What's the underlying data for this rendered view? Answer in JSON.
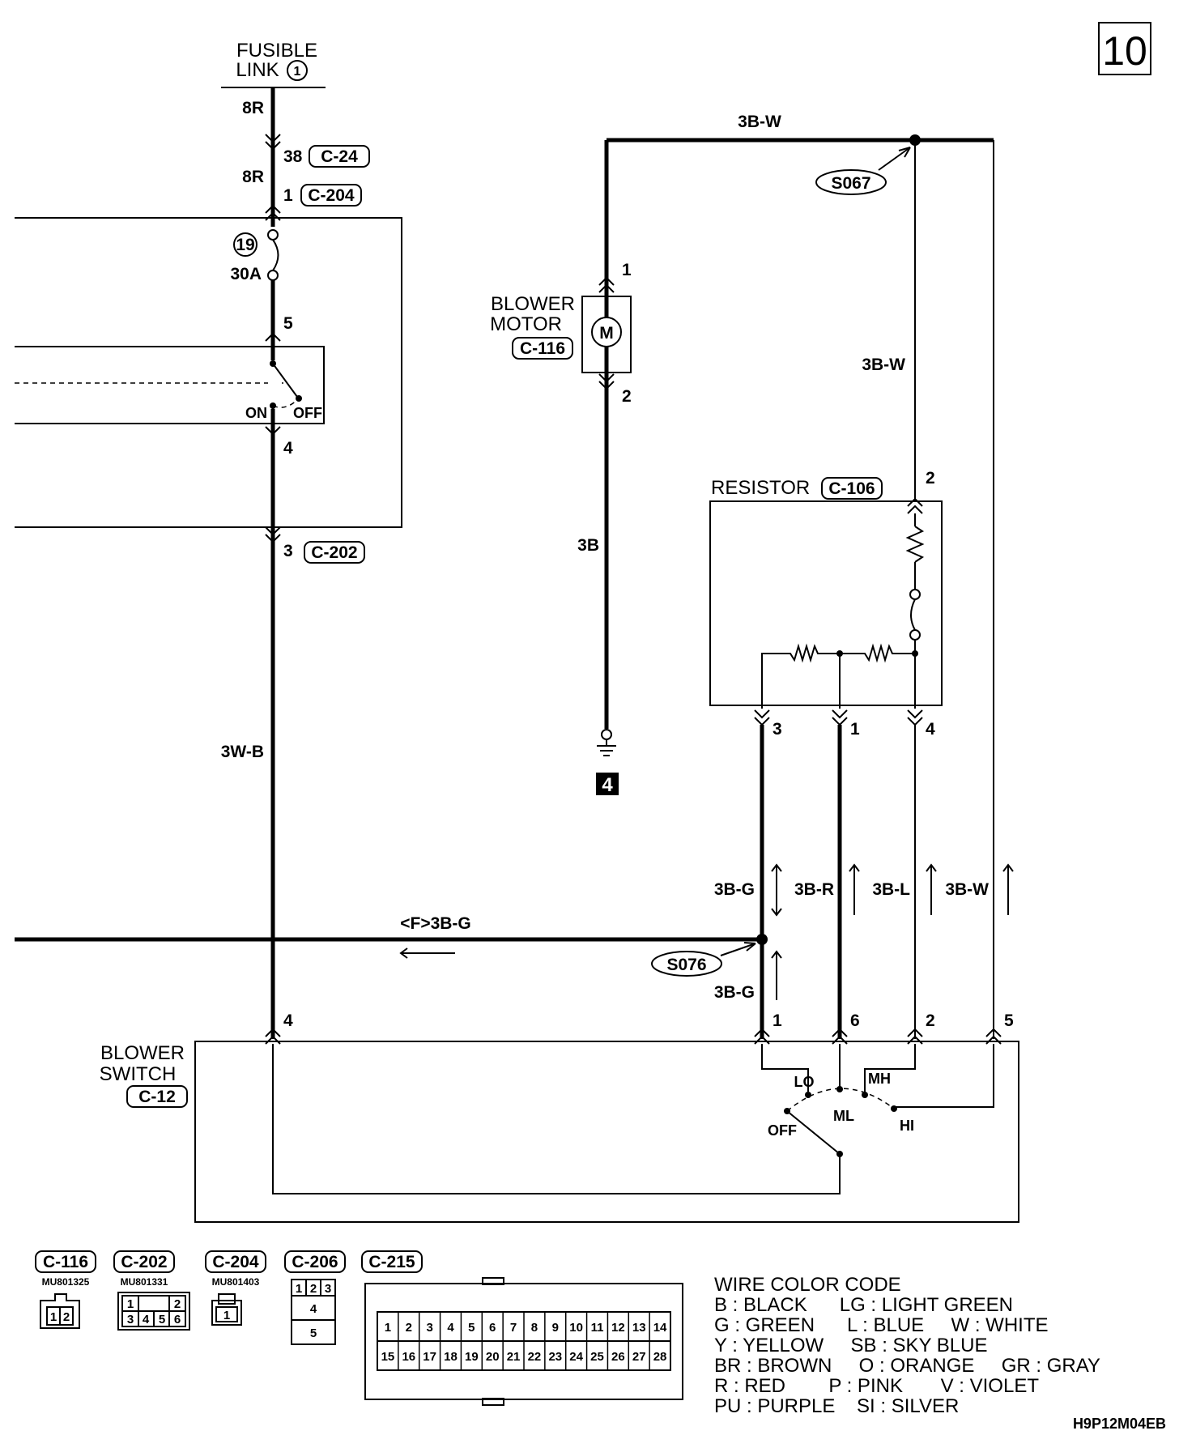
{
  "page_number": "10",
  "fusible_link": {
    "line1": "FUSIBLE",
    "line2": "LINK",
    "num": "1"
  },
  "wires": {
    "w_8r_a": "8R",
    "w_8r_b": "8R",
    "w_3w_b": "3W-B",
    "w_3b_w_top": "3B-W",
    "w_3b_w_mid": "3B-W",
    "w_3b": "3B",
    "w_3b_g_1": "3B-G",
    "w_3b_r": "3B-R",
    "w_3b_l": "3B-L",
    "w_3b_w_low": "3B-W",
    "w_3b_g_2": "3B-G",
    "w_f_3b_g": "<F>3B-G"
  },
  "connectors": {
    "c24": {
      "pin": "38",
      "id": "C-24"
    },
    "c204": {
      "pin": "1",
      "id": "C-204"
    },
    "c202": {
      "pin": "3",
      "id": "C-202"
    }
  },
  "fuse": {
    "num": "19",
    "rating": "30A"
  },
  "relay": {
    "pin_top": "5",
    "pin_bottom": "4",
    "on": "ON",
    "off": "OFF"
  },
  "blower_motor": {
    "line1": "BLOWER",
    "line2": "MOTOR",
    "id": "C-116",
    "pin1": "1",
    "pin2": "2"
  },
  "ground": {
    "num": "4"
  },
  "resistor": {
    "label": "RESISTOR",
    "id": "C-106",
    "pin_top": "2",
    "pin_3": "3",
    "pin_1": "1",
    "pin_4": "4"
  },
  "splices": {
    "s067": "S067",
    "s076": "S076"
  },
  "blower_switch": {
    "line1": "BLOWER",
    "line2": "SWITCH",
    "id": "C-12",
    "pins": {
      "p4": "4",
      "p1": "1",
      "p6": "6",
      "p2": "2",
      "p5": "5"
    },
    "pos": {
      "lo": "LO",
      "mh": "MH",
      "ml": "ML",
      "hi": "HI",
      "off": "OFF"
    }
  },
  "connector_views": [
    {
      "id": "C-116",
      "code": "MU801325"
    },
    {
      "id": "C-202",
      "code": "MU801331"
    },
    {
      "id": "C-204",
      "code": "MU801403"
    },
    {
      "id": "C-206",
      "code": ""
    },
    {
      "id": "C-215",
      "code": ""
    }
  ],
  "pins": {
    "c116": [
      "1",
      "2"
    ],
    "c202": [
      "1",
      "2",
      "3",
      "4",
      "5",
      "6"
    ],
    "c204": [
      "1"
    ],
    "c206": [
      "1",
      "2",
      "3",
      "4",
      "5"
    ],
    "c215_top": [
      "1",
      "2",
      "3",
      "4",
      "5",
      "6",
      "7",
      "8",
      "9",
      "10",
      "11",
      "12",
      "13",
      "14"
    ],
    "c215_bot": [
      "15",
      "16",
      "17",
      "18",
      "19",
      "20",
      "21",
      "22",
      "23",
      "24",
      "25",
      "26",
      "27",
      "28"
    ]
  },
  "color_code": {
    "title": "WIRE COLOR CODE",
    "rows": [
      "B : BLACK      LG : LIGHT GREEN",
      "G : GREEN      L : BLUE     W : WHITE",
      "Y : YELLOW     SB : SKY BLUE",
      "BR : BROWN     O : ORANGE     GR : GRAY",
      "R : RED        P : PINK       V : VIOLET",
      "PU : PURPLE    SI : SILVER"
    ]
  },
  "drawing_code": "H9P12M04EB"
}
